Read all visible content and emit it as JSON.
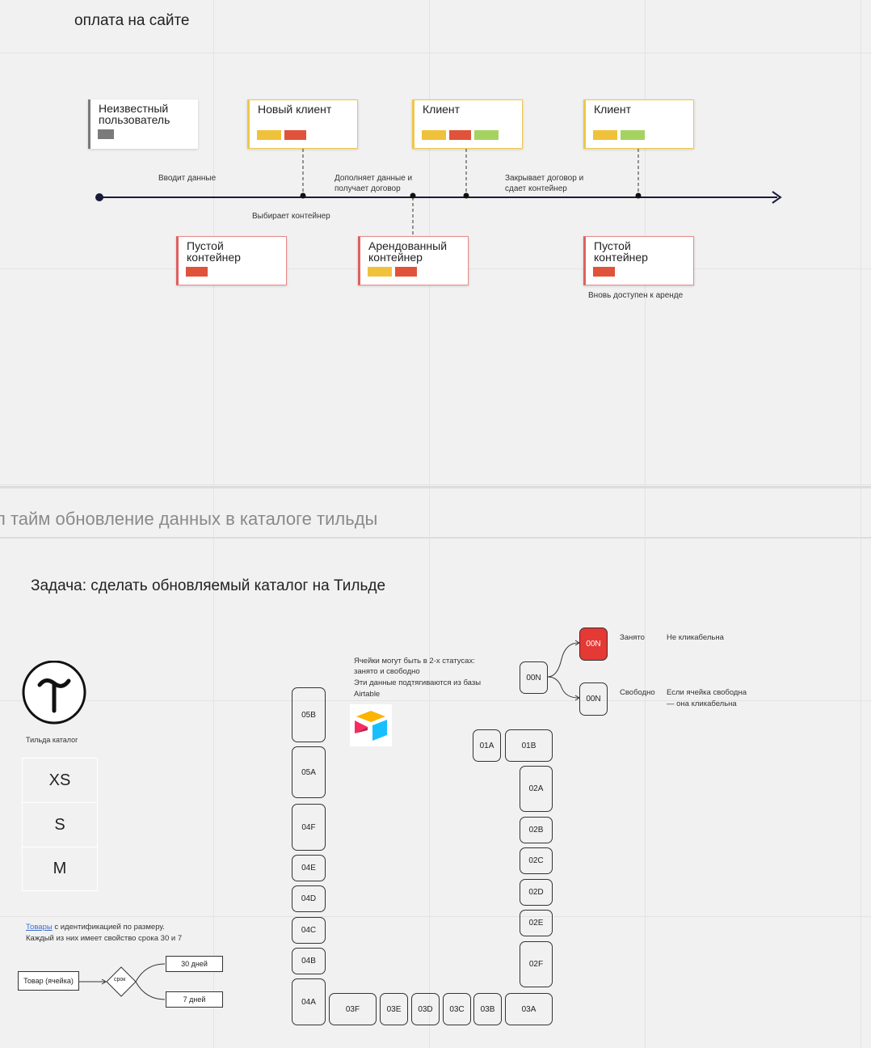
{
  "section1": {
    "title": "оплата на сайте",
    "cards_top": [
      {
        "label": "Неизвестный\nпользователь",
        "swatches": [
          "#7a7a7a"
        ]
      },
      {
        "label": "Новый клиент",
        "swatches": [
          "#f0c23b",
          "#e0523a"
        ]
      },
      {
        "label": "Клиент",
        "swatches": [
          "#f0c23b",
          "#e0523a",
          "#a5d361"
        ]
      },
      {
        "label": "Клиент",
        "swatches": [
          "#f0c23b",
          "#a5d361"
        ]
      }
    ],
    "cards_bottom": [
      {
        "label": "Пустой\nконтейнер",
        "swatches": [
          "#e0523a"
        ]
      },
      {
        "label": "Арендованный\nконтейнер",
        "swatches": [
          "#f0c23b",
          "#e0523a"
        ]
      },
      {
        "label": "Пустой\nконтейнер",
        "swatches": [
          "#e0523a"
        ]
      }
    ],
    "events": {
      "enters_data": "Вводит данные",
      "completes_data_1": "Дополняет данные и",
      "completes_data_2": "получает договор",
      "closes_contract_1": "Закрывает договор и",
      "closes_contract_2": "сдает контейнер",
      "chooses_container": "Выбирает контейнер",
      "available_again": "Вновь доступен к аренде"
    }
  },
  "section2": {
    "title": "л тайм обновление данных в каталоге тильды"
  },
  "section3": {
    "task": "Задача: сделать обновляемый каталог на Тильде",
    "tilda_caption": "Тильда каталог",
    "sizes": [
      "XS",
      "S",
      "M"
    ],
    "note_lines": [
      "Ячейки могут быть в 2-х статусах:",
      "занято и свободно",
      "Эти данные подтягиваются из базы",
      "Airtable"
    ],
    "status_root": "00N",
    "status_busy_cell": "00N",
    "status_free_cell": "00N",
    "busy_label": "Занято",
    "busy_desc": "Не кликабельна",
    "free_label": "Свободно",
    "free_desc_1": "Если ячейка свободна",
    "free_desc_2": "— она кликабельна",
    "goods_link": "Товары",
    "goods_line1_rest": " с идентификацией по размеру.",
    "goods_line2": "Каждый из них имеет свойство срока 30 и 7",
    "item_box": "Товар (ячейка)",
    "term": "срок",
    "days30": "30 дней",
    "days7": "7 дней",
    "cells_left": [
      "05B",
      "05A",
      "04F",
      "04E",
      "04D",
      "04C",
      "04B",
      "04A"
    ],
    "cells_bottom": [
      "03F",
      "03E",
      "03D",
      "03C",
      "03B",
      "03A"
    ],
    "cells_right": [
      "01A",
      "01B",
      "02A",
      "02B",
      "02C",
      "02D",
      "02E",
      "02F"
    ],
    "colors": {
      "busy": "#e53935",
      "line": "#1a1a3a"
    }
  }
}
